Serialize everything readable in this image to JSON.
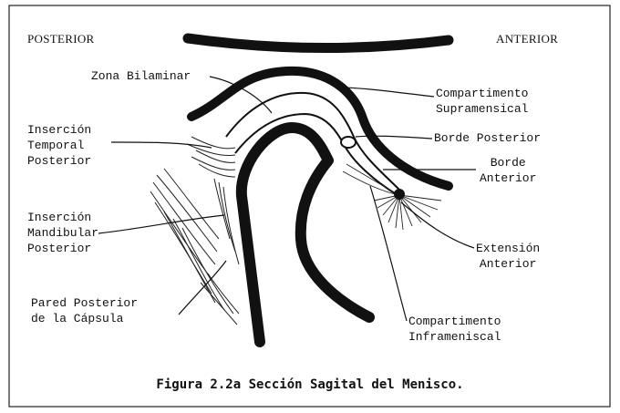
{
  "header": {
    "left": "POSTERIOR",
    "right": "ANTERIOR"
  },
  "labels": {
    "zona_bilaminar": "Zona Bilaminar",
    "compartimento_supra": "Compartimento\nSupramensical",
    "insercion_temporal": "Inserción\nTemporal\nPosterior",
    "borde_posterior": "Borde Posterior",
    "borde_anterior": "Borde\nAnterior",
    "insercion_mandibular": "Inserción\nMandibular\nPosterior",
    "extension_anterior": "Extensión\nAnterior",
    "pared_posterior": "Pared Posterior\nde la Cápsula",
    "compartimento_infra": "Compartimento\nInframeniscal"
  },
  "caption": "Figura 2.2a Sección Sagital del Menisco."
}
